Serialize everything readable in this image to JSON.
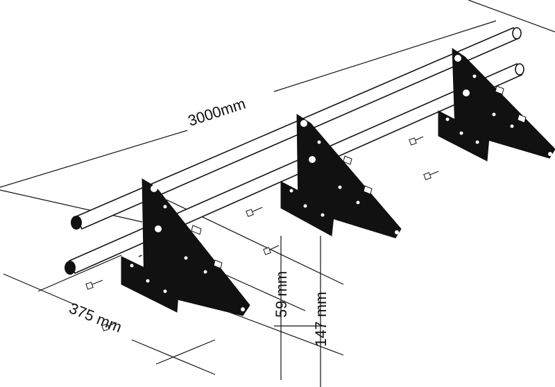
{
  "diagram": {
    "dimensions": {
      "length": "3000mm",
      "depth": "375 mm",
      "height_small": "59 mm",
      "height_large": "147 mm"
    }
  }
}
